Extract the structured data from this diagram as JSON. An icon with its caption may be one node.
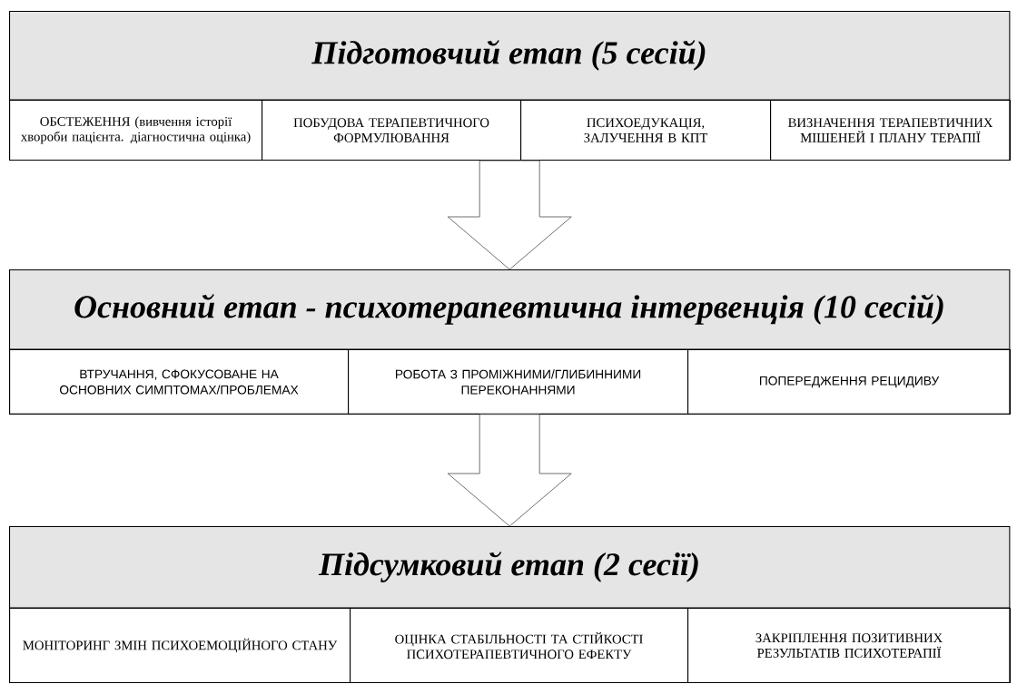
{
  "diagram": {
    "nodes": [
      {
        "text": [
          "Підготовчий етап (5 сесій)"
        ]
      },
      {
        "text": [
          "ОБСТЕЖЕННЯ (вивчення історії хвороби пацієнта. діагностична оцінка)"
        ],
        "in": 0
      },
      {
        "text": [
          "ПОБУДОВА ТЕРАПЕВТИЧНОГО ФОРМУЛЮВАННЯ"
        ],
        "in": 0
      },
      {
        "text": [
          "ПСИХОЕДУКАЦІЯ, ЗАЛУЧЕННЯ В КПТ"
        ],
        "in": 0
      },
      {
        "text": [
          "ВИЗНАЧЕННЯ ТЕРАПЕВТИЧНИХ МІШЕНЕЙ І ПЛАНУ ТЕРАПІЇ"
        ],
        "in": 0
      },
      {
        "text": [
          "Основний етап - психотерапевтична інтервенція (10 сесій)"
        ]
      },
      {
        "text": [
          "ВТРУЧАННЯ, СФОКУСОВАНЕ НА ОСНОВНИХ СИМПТОМАХ/ПРОБЛЕМАХ"
        ],
        "in": 5
      },
      {
        "text": [
          "РОБОТА З ПРОМІЖНИМИ/ГЛИБИННИМИ ПЕРЕКОНАННЯМИ"
        ],
        "in": 5
      },
      {
        "text": [
          "ПОПЕРЕДЖЕННЯ РЕЦИДИВУ"
        ],
        "in": 5
      },
      {
        "text": [
          "Підсумковий етап (2 сесії)"
        ]
      },
      {
        "text": [
          "МОНІТОРИНГ ЗМІН ПСИХОЕМОЦІЙНОГО СТАНУ"
        ],
        "in": 9
      },
      {
        "text": [
          "ОЦІНКА СТАБІЛЬНОСТІ ТА СТІЙКОСТІ ПСИХОТЕРАПЕВТИЧНОГО ЕФЕКТУ"
        ],
        "in": 9
      },
      {
        "text": [
          "ЗАКРІПЛЕННЯ ПОЗИТИВНИХ РЕЗУЛЬТАТІВ ПСИХОТЕРАПІЇ"
        ],
        "in": 9
      }
    ],
    "edges": [
      {
        "from": 0,
        "to": 5,
        "arrow": "to"
      },
      {
        "from": 5,
        "to": 9,
        "arrow": "to"
      }
    ]
  }
}
